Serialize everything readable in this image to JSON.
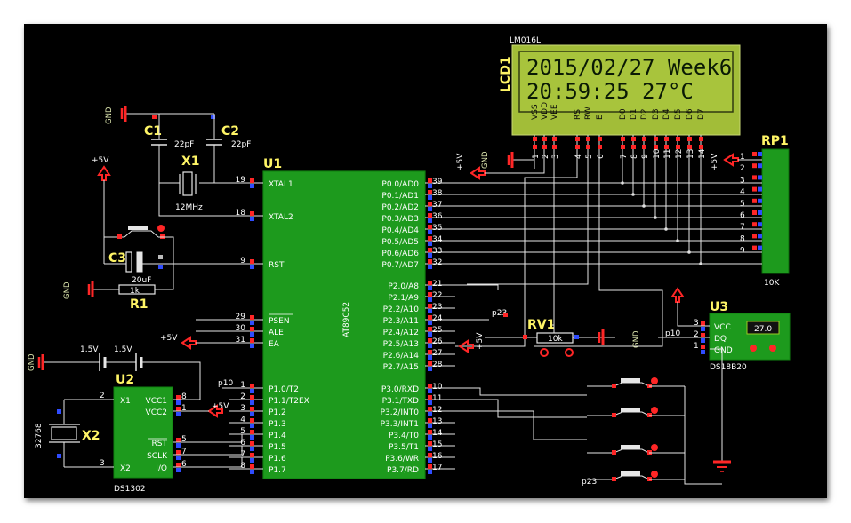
{
  "u1": {
    "ref": "U1",
    "part": "AT89C52",
    "left_pins": [
      {
        "num": "19",
        "name": "XTAL1"
      },
      {
        "num": "18",
        "name": "XTAL2"
      },
      {
        "num": "9",
        "name": "RST"
      },
      {
        "num": "29",
        "name": "PSEN"
      },
      {
        "num": "30",
        "name": "ALE"
      },
      {
        "num": "31",
        "name": "EA"
      },
      {
        "num": "1",
        "name": "P1.0/T2"
      },
      {
        "num": "2",
        "name": "P1.1/T2EX"
      },
      {
        "num": "3",
        "name": "P1.2"
      },
      {
        "num": "4",
        "name": "P1.3"
      },
      {
        "num": "5",
        "name": "P1.4"
      },
      {
        "num": "6",
        "name": "P1.5"
      },
      {
        "num": "7",
        "name": "P1.6"
      },
      {
        "num": "8",
        "name": "P1.7"
      }
    ],
    "right_pins": [
      {
        "num": "39",
        "name": "P0.0/AD0"
      },
      {
        "num": "38",
        "name": "P0.1/AD1"
      },
      {
        "num": "37",
        "name": "P0.2/AD2"
      },
      {
        "num": "36",
        "name": "P0.3/AD3"
      },
      {
        "num": "35",
        "name": "P0.4/AD4"
      },
      {
        "num": "34",
        "name": "P0.5/AD5"
      },
      {
        "num": "33",
        "name": "P0.6/AD6"
      },
      {
        "num": "32",
        "name": "P0.7/AD7"
      },
      {
        "num": "21",
        "name": "P2.0/A8"
      },
      {
        "num": "22",
        "name": "P2.1/A9"
      },
      {
        "num": "23",
        "name": "P2.2/A10"
      },
      {
        "num": "24",
        "name": "P2.3/A11"
      },
      {
        "num": "25",
        "name": "P2.4/A12"
      },
      {
        "num": "26",
        "name": "P2.5/A13"
      },
      {
        "num": "27",
        "name": "P2.6/A14"
      },
      {
        "num": "28",
        "name": "P2.7/A15"
      },
      {
        "num": "10",
        "name": "P3.0/RXD"
      },
      {
        "num": "11",
        "name": "P3.1/TXD"
      },
      {
        "num": "12",
        "name": "P3.2/INT0"
      },
      {
        "num": "13",
        "name": "P3.3/INT1"
      },
      {
        "num": "14",
        "name": "P3.4/T0"
      },
      {
        "num": "15",
        "name": "P3.5/T1"
      },
      {
        "num": "16",
        "name": "P3.6/WR"
      },
      {
        "num": "17",
        "name": "P3.7/RD"
      }
    ]
  },
  "lcd": {
    "ref": "LCD1",
    "part": "LM016L",
    "line1": "2015/02/27 Week6",
    "line2": "20:59:25    27°C",
    "pins": [
      {
        "name": "VSS",
        "num": "1"
      },
      {
        "name": "VDD",
        "num": "2"
      },
      {
        "name": "VEE",
        "num": "3"
      },
      {
        "name": "RS",
        "num": "4"
      },
      {
        "name": "RW",
        "num": "5"
      },
      {
        "name": "E",
        "num": "6"
      },
      {
        "name": "D0",
        "num": "7"
      },
      {
        "name": "D1",
        "num": "8"
      },
      {
        "name": "D2",
        "num": "9"
      },
      {
        "name": "D3",
        "num": "10"
      },
      {
        "name": "D4",
        "num": "11"
      },
      {
        "name": "D5",
        "num": "12"
      },
      {
        "name": "D6",
        "num": "13"
      },
      {
        "name": "D7",
        "num": "14"
      }
    ]
  },
  "rp1": {
    "ref": "RP1",
    "value": "10K",
    "pins": [
      "1",
      "2",
      "3",
      "4",
      "5",
      "6",
      "7",
      "8",
      "9"
    ]
  },
  "u2": {
    "ref": "U2",
    "part": "DS1302",
    "left_pins": [
      {
        "num": "2",
        "name": "X1"
      },
      {
        "num": "3",
        "name": "X2"
      }
    ],
    "right_pins": [
      {
        "num": "8",
        "name": "VCC1"
      },
      {
        "num": "1",
        "name": "VCC2"
      },
      {
        "num": "5",
        "name": "RST"
      },
      {
        "num": "7",
        "name": "SCLK"
      },
      {
        "num": "6",
        "name": "I/O"
      }
    ]
  },
  "u3": {
    "ref": "U3",
    "part": "DS18B20",
    "reading": "27.0",
    "pins": [
      {
        "num": "3",
        "name": "VCC"
      },
      {
        "num": "2",
        "name": "DQ"
      },
      {
        "num": "1",
        "name": "GND"
      }
    ]
  },
  "parts": {
    "c1": {
      "ref": "C1",
      "value": "22pF"
    },
    "c2": {
      "ref": "C2",
      "value": "22pF"
    },
    "x1": {
      "ref": "X1",
      "value": "12MHz"
    },
    "c3": {
      "ref": "C3",
      "value": "20uF"
    },
    "r1": {
      "ref": "R1",
      "value": "1k"
    },
    "x2": {
      "ref": "X2",
      "value": "32768"
    },
    "rv1": {
      "ref": "RV1",
      "value": "10k"
    },
    "b1": {
      "value": "1.5V"
    },
    "b2": {
      "value": "1.5V"
    }
  },
  "power": {
    "vcc": "+5V",
    "gnd": "GND"
  },
  "nets": {
    "p10": "p10",
    "p23": "p23"
  }
}
